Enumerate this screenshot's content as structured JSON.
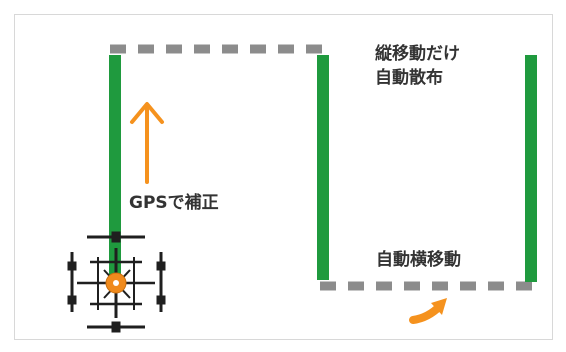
{
  "labels": {
    "vertical_line1": "縦移動だけ",
    "vertical_line2": "自動散布",
    "gps_correction": "GPSで補正",
    "lateral_move": "自動横移動"
  },
  "colors": {
    "spray_path": "#1f9a3e",
    "travel_path": "#8c8c8c",
    "arrow": "#f5921e",
    "drone_body": "#f08a1c",
    "drone_frame": "#222222"
  },
  "icons": {
    "up_arrow": "arrow-up-icon",
    "curved_arrow": "curved-arrow-icon",
    "drone": "drone-icon"
  }
}
